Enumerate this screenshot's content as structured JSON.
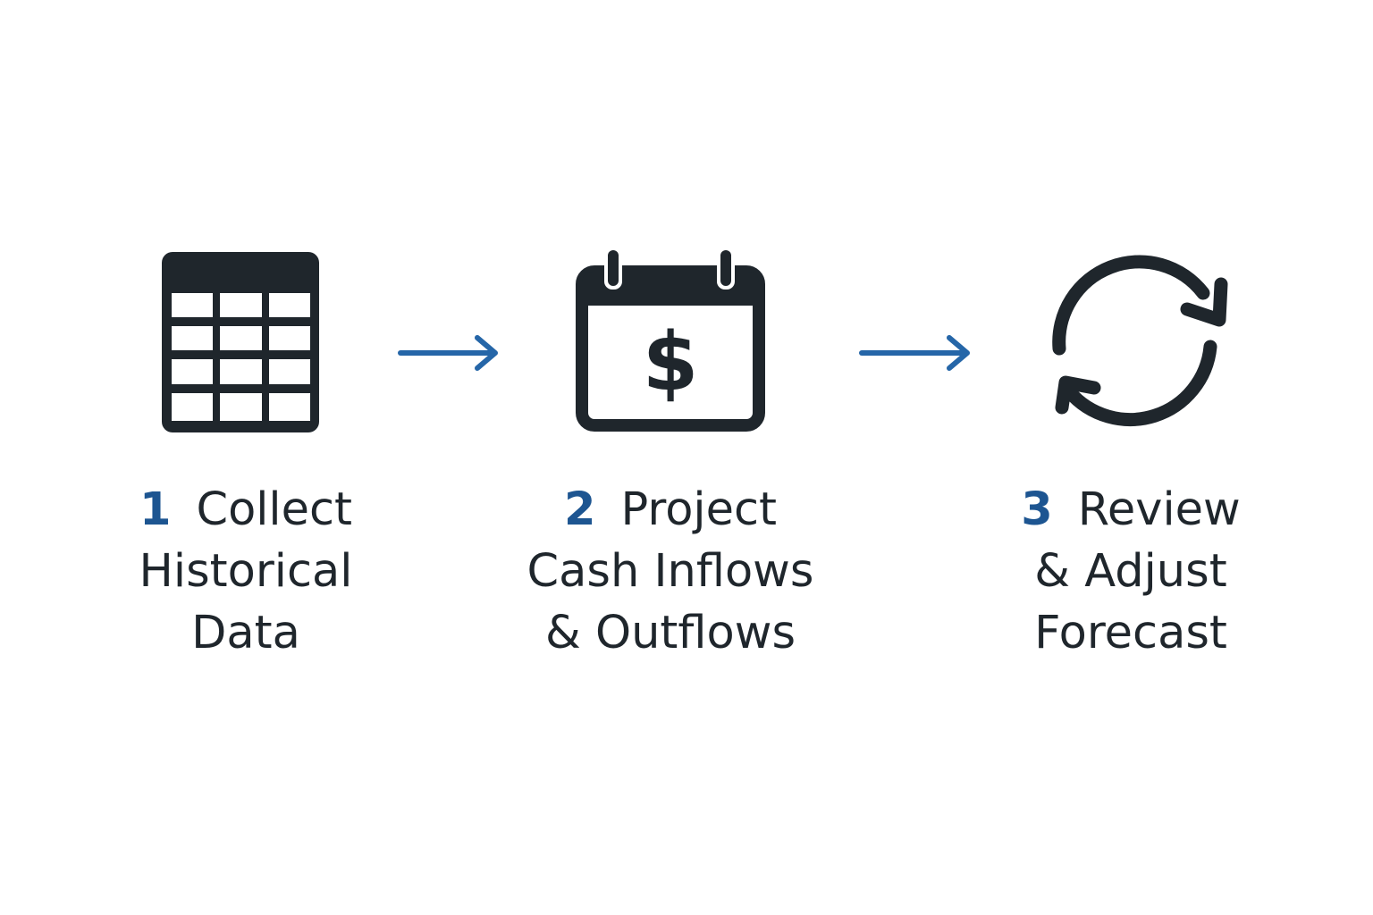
{
  "colors": {
    "icon": "#1f262c",
    "accent": "#2566a8",
    "number": "#1d5591",
    "text": "#1f262c",
    "background": "#ffffff"
  },
  "steps": [
    {
      "number": "1",
      "icon": "table-grid-icon",
      "lines": [
        "Collect",
        "Historical",
        "Data"
      ]
    },
    {
      "number": "2",
      "icon": "calendar-dollar-icon",
      "lines": [
        "Project",
        "Cash Inflows",
        "& Outflows"
      ]
    },
    {
      "number": "3",
      "icon": "refresh-cycle-icon",
      "lines": [
        "Review",
        "& Adjust",
        "Forecast"
      ]
    }
  ],
  "connectors": [
    "right-arrow-icon",
    "right-arrow-icon"
  ]
}
